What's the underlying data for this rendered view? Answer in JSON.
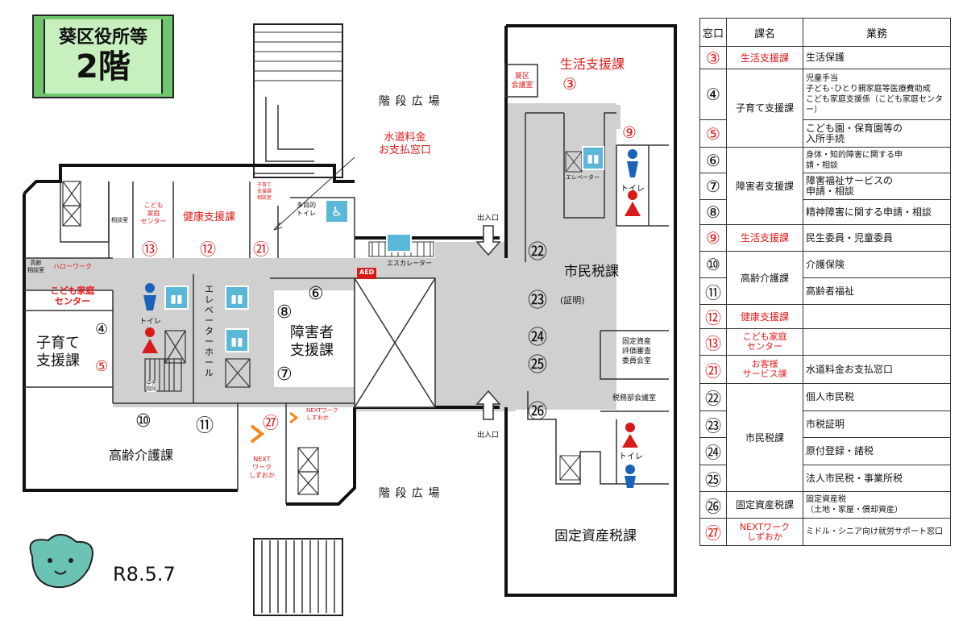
{
  "title": {
    "line1": "葵区役所等",
    "line2": "2階"
  },
  "date": "R8.5.7",
  "map": {
    "stair_top": "階 段 広 場",
    "stair_bottom": "階 段 広 場",
    "water_counter": [
      "水道料金",
      "お支払窓口"
    ],
    "aoi_meeting_room": [
      "葵区",
      "会議室"
    ],
    "seikatsu_title": "生活支援課",
    "seikatsu_num": "③",
    "num9": "⑨",
    "elevator_right": "エレベーター",
    "toilet_right": "トイレ",
    "entrance_top": "出入口",
    "entrance_bottom": "出入口",
    "multipurpose_toilet": [
      "多目的",
      "トイレ"
    ],
    "escalator": "エスカレーター",
    "aed": "AED",
    "kodomo_center_top": [
      "こども",
      "家庭",
      "センター"
    ],
    "soudan_room": "相談室",
    "kenko_title": "健康支援課",
    "kosodate_small": [
      "子育て",
      "支援課",
      "相談室"
    ],
    "num13": "⑬",
    "num12": "⑫",
    "num21": "㉑",
    "koureisha_room": [
      "高齢",
      "相談室"
    ],
    "hello_work": "ハローワーク",
    "kodomo_center_left": [
      "こども家庭",
      "センター"
    ],
    "toilet_left": "トイレ",
    "elevator_hall": "エレベーターホール",
    "central_stairs": [
      "中央",
      "階段"
    ],
    "kosodate_title": [
      "子育て",
      "支援課"
    ],
    "num4": "④",
    "num5": "⑤",
    "num6": "⑥",
    "num8": "⑧",
    "shogai_title": [
      "障害者",
      "支援課"
    ],
    "num7": "⑦",
    "num10": "⑩",
    "num11": "⑪",
    "korei_title": "高齢介護課",
    "num27": "㉗",
    "next_work_arrow": [
      "NEXTワーク",
      "しずおか"
    ],
    "next_work_box": [
      "NEXT",
      "ワーク",
      "しずおか"
    ],
    "num22": "㉒",
    "shimin_title": "市民税課",
    "num23": "㉓",
    "shomei": "(証明)",
    "num24": "㉔",
    "num25": "㉕",
    "num26": "㉖",
    "kotei_committee": [
      "固定資産",
      "評価審査",
      "委員会室"
    ],
    "zeimu_room": "税務部会議室",
    "kotei_title": "固定資産税課"
  },
  "table": {
    "headers": [
      "窓口",
      "課名",
      "業務"
    ],
    "rows": [
      {
        "num": "③",
        "dept": "生活支援課",
        "task": "生活保護",
        "red": true
      },
      {
        "num": "④",
        "dept": "子育て支援課",
        "task": "児童手当\n子ども･ひとり親家庭等医療費助成\nこども家庭支援係（こども家庭センター）",
        "red": false
      },
      {
        "num": "⑤",
        "dept": "",
        "task": "こども園・保育園等の\n入所手続",
        "red": true
      },
      {
        "num": "⑥",
        "dept": "障害者支援課",
        "task": "身体・知的障害に関する申\n請・相談",
        "red": false
      },
      {
        "num": "⑦",
        "dept": "",
        "task": "障害福祉サービスの\n申請・相談",
        "red": false
      },
      {
        "num": "⑧",
        "dept": "",
        "task": "精神障害に関する申請・相談",
        "red": false
      },
      {
        "num": "⑨",
        "dept": "生活支援課",
        "task": "民生委員・児童委員",
        "red": true
      },
      {
        "num": "⑩",
        "dept": "高齢介護課",
        "task": "介護保険",
        "red": false
      },
      {
        "num": "⑪",
        "dept": "",
        "task": "高齢者福祉",
        "red": false
      },
      {
        "num": "⑫",
        "dept": "健康支援課",
        "task": "",
        "red": true
      },
      {
        "num": "⑬",
        "dept": "こども家庭\nセンター",
        "task": "",
        "red": true
      },
      {
        "num": "㉑",
        "dept": "お客様\nサービス課",
        "task": "水道料金お支払窓口",
        "red": true
      },
      {
        "num": "㉒",
        "dept": "市民税課",
        "task": "個人市民税",
        "red": false
      },
      {
        "num": "㉓",
        "dept": "",
        "task": "市税証明",
        "red": false
      },
      {
        "num": "㉔",
        "dept": "",
        "task": "原付登録・諸税",
        "red": false
      },
      {
        "num": "㉕",
        "dept": "",
        "task": "法人市民税・事業所税",
        "red": false
      },
      {
        "num": "㉖",
        "dept": "固定資産税課",
        "task": "固定資産税\n（土地・家屋・償却資産）",
        "red": false
      },
      {
        "num": "㉗",
        "dept": "NEXTワーク\nしずおか",
        "task": "ミドル・シニア向け就労サポート窓口",
        "red": true
      }
    ]
  }
}
